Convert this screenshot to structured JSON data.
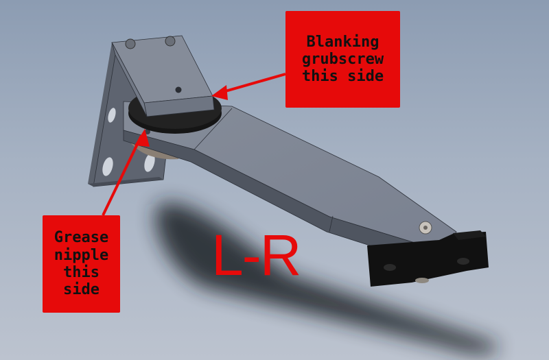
{
  "diagram": {
    "subject": "Hinge arm bracket assembly (3D CAD render)",
    "background": {
      "top": "#8c9cb2",
      "bottom": "#bcc3cf"
    },
    "accent_color": "#e60a0a",
    "callouts": [
      {
        "id": "blanking",
        "lines": [
          "Blanking",
          "grubscrew",
          "this side"
        ]
      },
      {
        "id": "grease",
        "lines": [
          "Grease",
          "nipple",
          "this",
          "side"
        ]
      }
    ],
    "orientation_label": "L-R",
    "components": [
      "mounting-bracket",
      "top-cap-plate",
      "pivot-bush",
      "arm",
      "roller-block",
      "cap-screws"
    ]
  }
}
